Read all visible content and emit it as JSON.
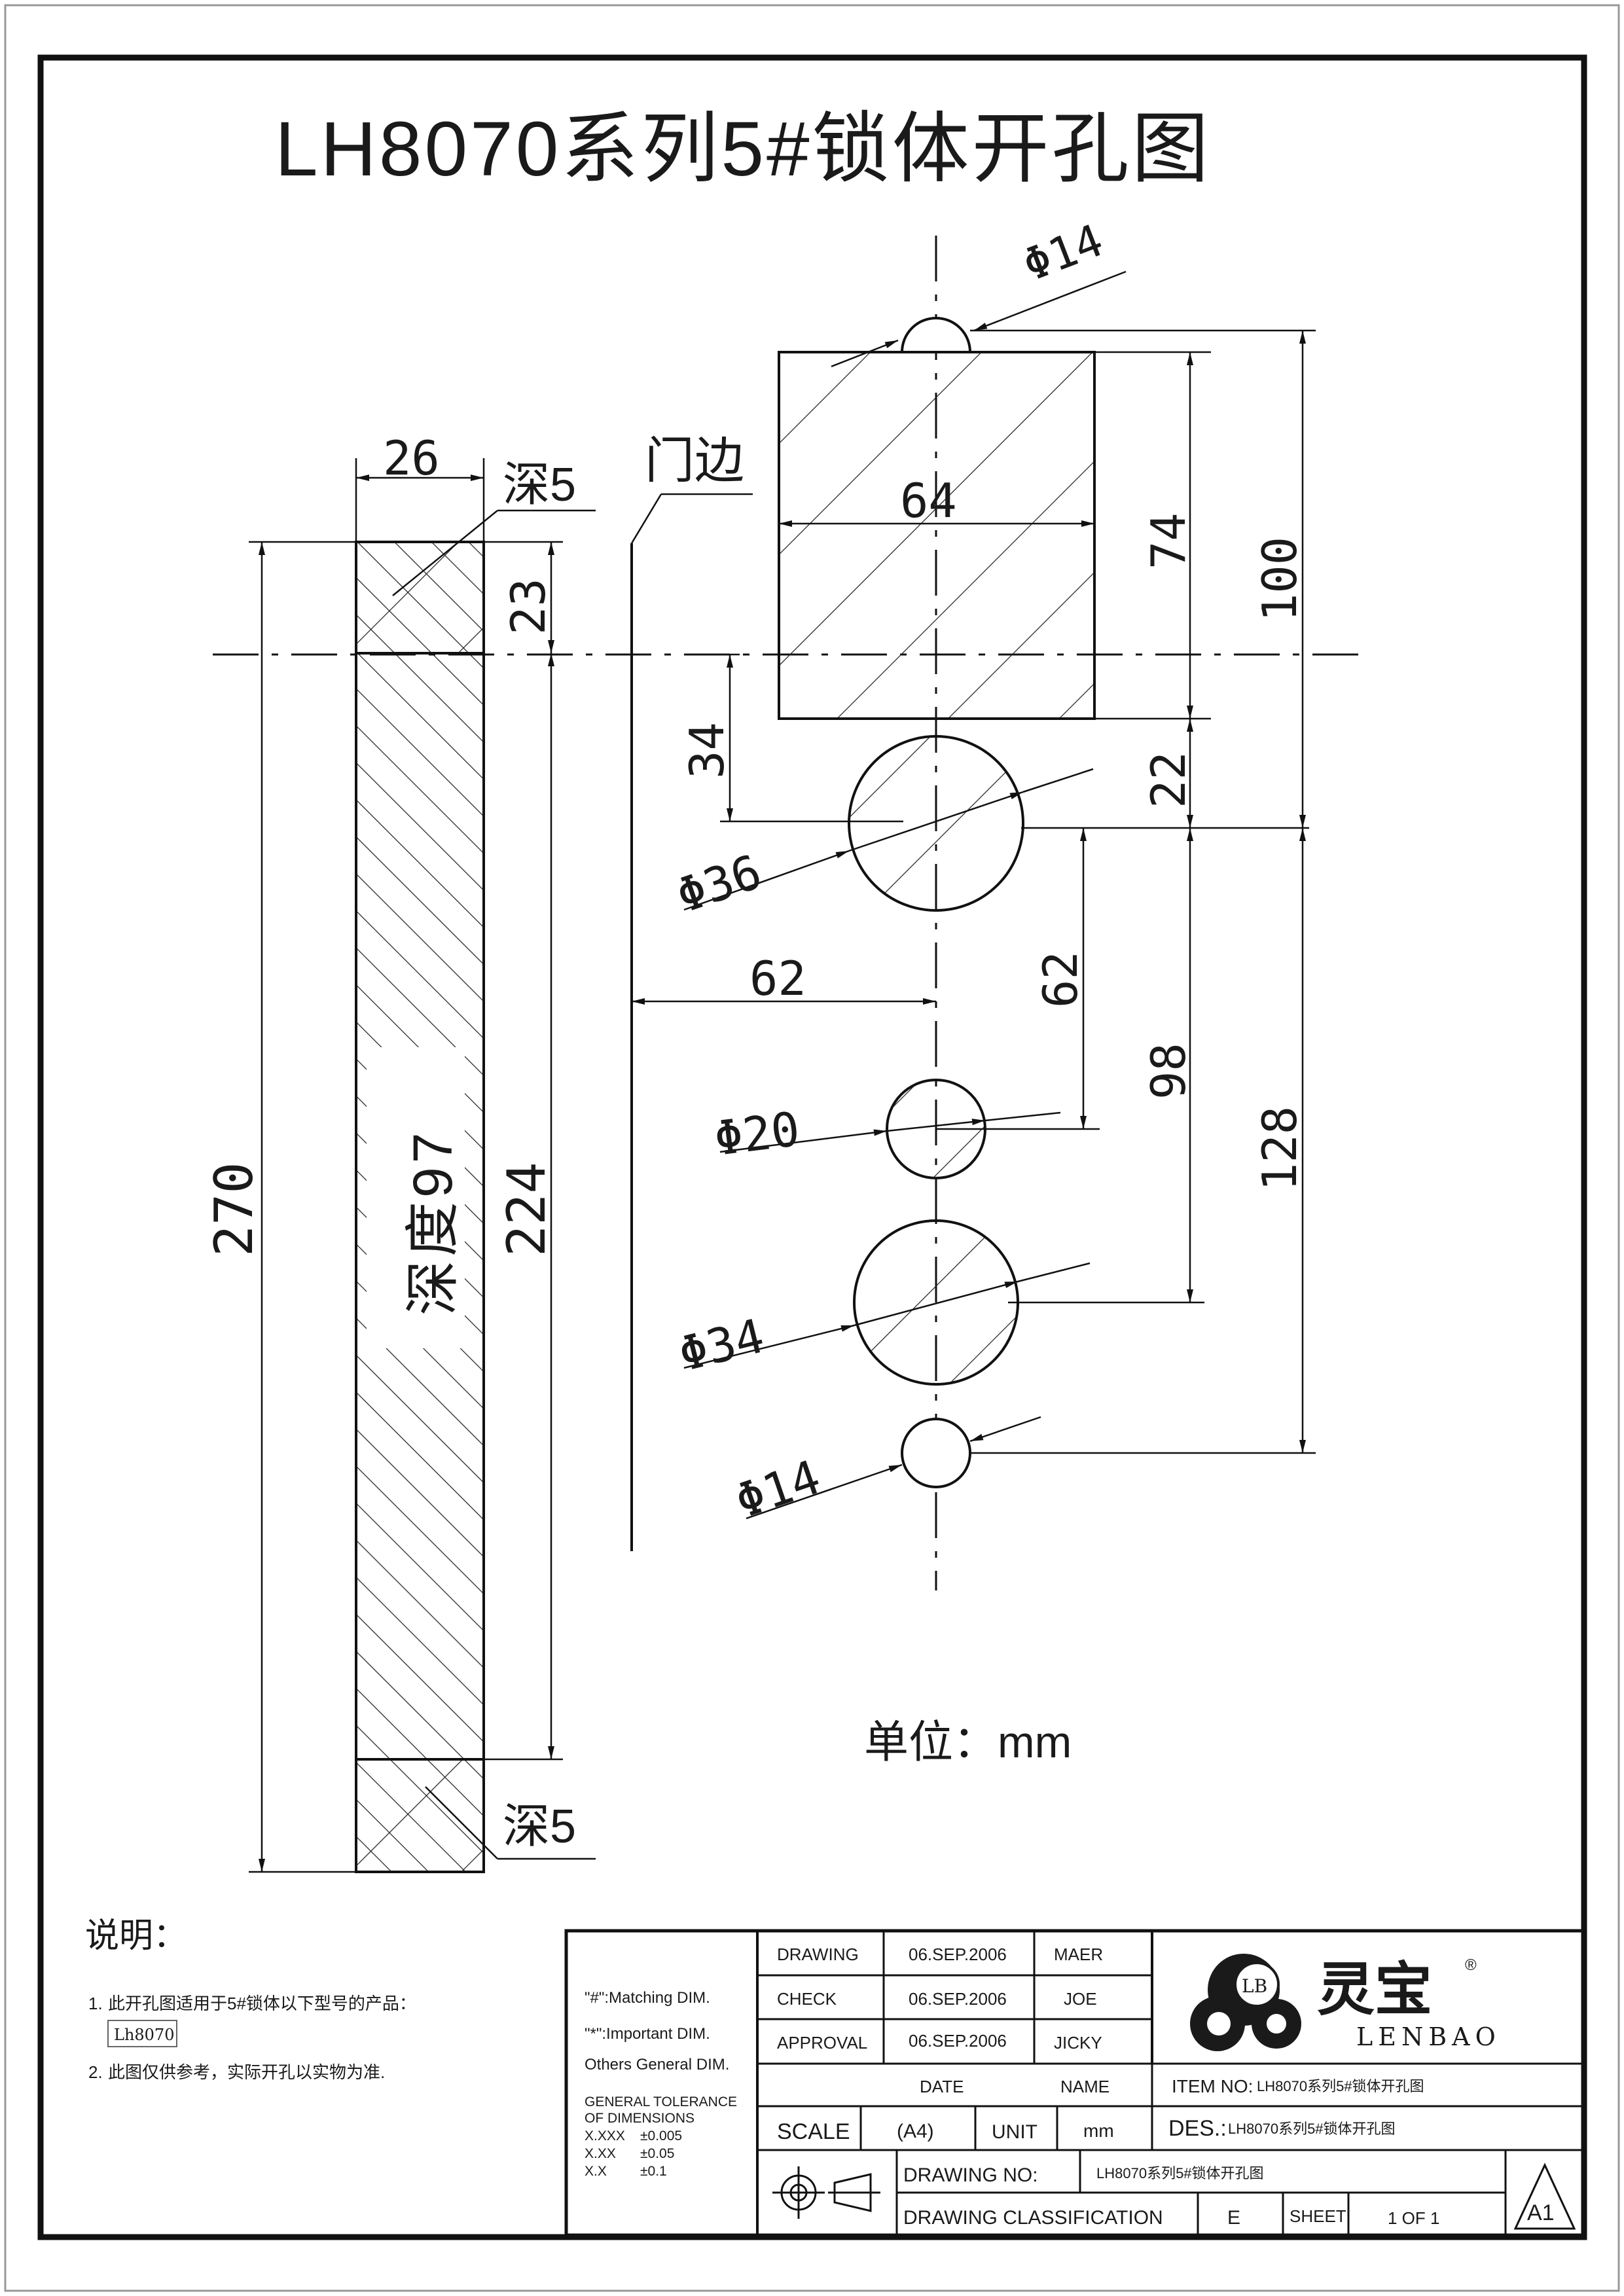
{
  "title": "LH8070系列5#锁体开孔图",
  "unit_note": "单位：mm",
  "door_edge_label": "门边",
  "strip": {
    "width_dim": "26",
    "top_depth": "深5",
    "top_len": "23",
    "mid_len": "224",
    "total_len": "270",
    "depth_label": "深度97",
    "bottom_depth": "深5"
  },
  "holes": {
    "top_small": "Φ14",
    "rect_width": "64",
    "rect_height": "74",
    "total_top": "100",
    "offset_34": "34",
    "gap_22": "22",
    "big1": "Φ36",
    "backset": "62",
    "vspace_62": "62",
    "mid_hole": "Φ20",
    "vspace_98": "98",
    "big2": "Φ34",
    "vspace_128": "128",
    "bottom_small": "Φ14"
  },
  "notes": {
    "heading": "说明：",
    "item1_num": "1.",
    "item1": "此开孔图适用于5#锁体以下型号的产品：",
    "model": "Lh8070",
    "item2_num": "2.",
    "item2": "此图仅供参考，实际开孔以实物为准."
  },
  "title_block": {
    "legend_matching": "\"#\":Matching  DIM.",
    "legend_important": "\"*\":Important  DIM.",
    "legend_others": "Others General  DIM.",
    "tolerance_title_1": "GENERAL TOLERANCE",
    "tolerance_title_2": "OF DIMENSIONS",
    "tol_1_key": "X.XXX",
    "tol_1_val": "±0.005",
    "tol_2_key": "X.XX",
    "tol_2_val": "±0.05",
    "tol_3_key": "X.X",
    "tol_3_val": "±0.1",
    "drawing_label": "DRAWING",
    "drawing_date": "06.SEP.2006",
    "drawing_name": "MAER",
    "check_label": "CHECK",
    "check_date": "06.SEP.2006",
    "check_name": "JOE",
    "approval_label": "APPROVAL",
    "approval_date": "06.SEP.2006",
    "approval_name": "JICKY",
    "date_header": "DATE",
    "name_header": "NAME",
    "scale_label": "SCALE",
    "scale_value": "(A4)",
    "unit_label": "UNIT",
    "unit_value": "mm",
    "item_no_label": "ITEM NO:",
    "item_no_value": "LH8070系列5#锁体开孔图",
    "des_label": "DES.:",
    "des_value": "LH8070系列5#锁体开孔图",
    "drawing_no_label": "DRAWING NO:",
    "drawing_no_value": "LH8070系列5#锁体开孔图",
    "classification_label": "DRAWING CLASSIFICATION",
    "classification_value": "E",
    "sheet_label": "SHEET",
    "sheet_value": "1 OF 1",
    "size_badge": "A1"
  },
  "logo": {
    "mark": "LB",
    "chinese": "灵宝",
    "english": "LENBAO",
    "registered": "®"
  }
}
